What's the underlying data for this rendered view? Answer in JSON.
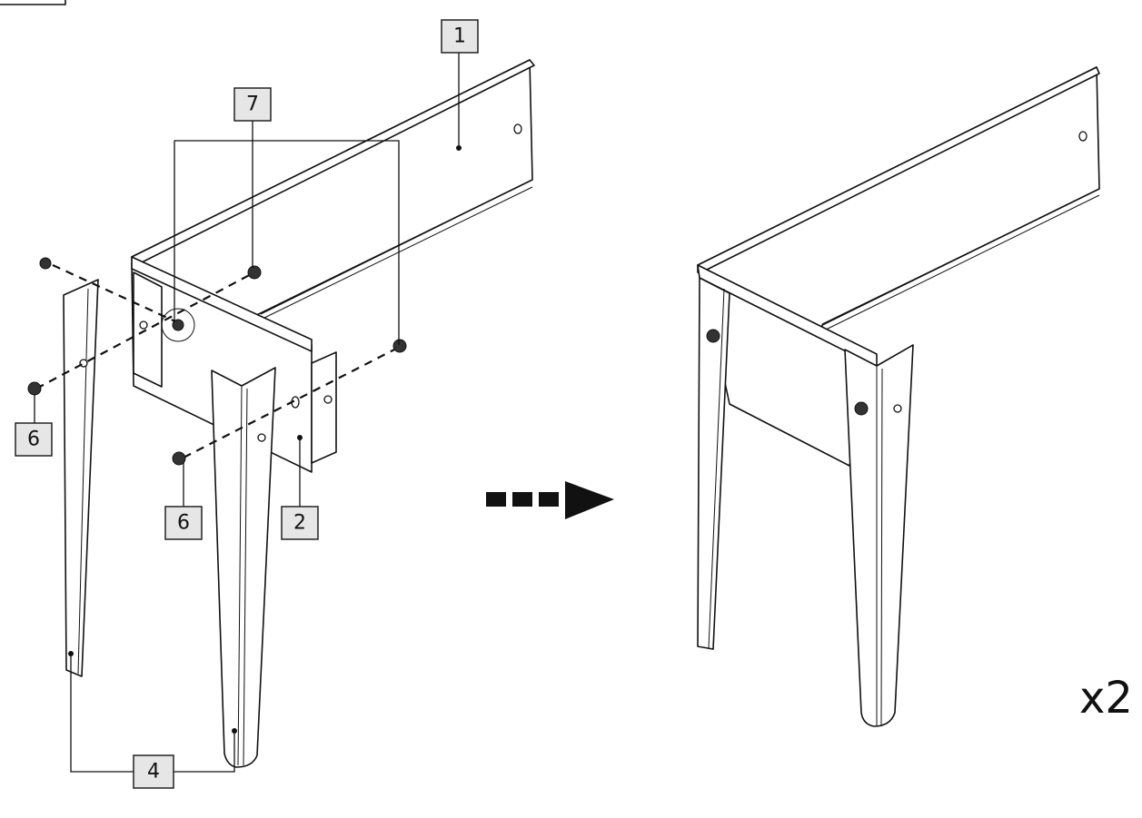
{
  "labels": {
    "part_1": "1",
    "part_2": "2",
    "part_4": "4",
    "part_6_left": "6",
    "part_6_right": "6",
    "part_7": "7"
  },
  "multiplier": "x2",
  "icons": {
    "direction_arrow": "dashed-right-arrow-icon",
    "fastener": "screw-icon"
  }
}
